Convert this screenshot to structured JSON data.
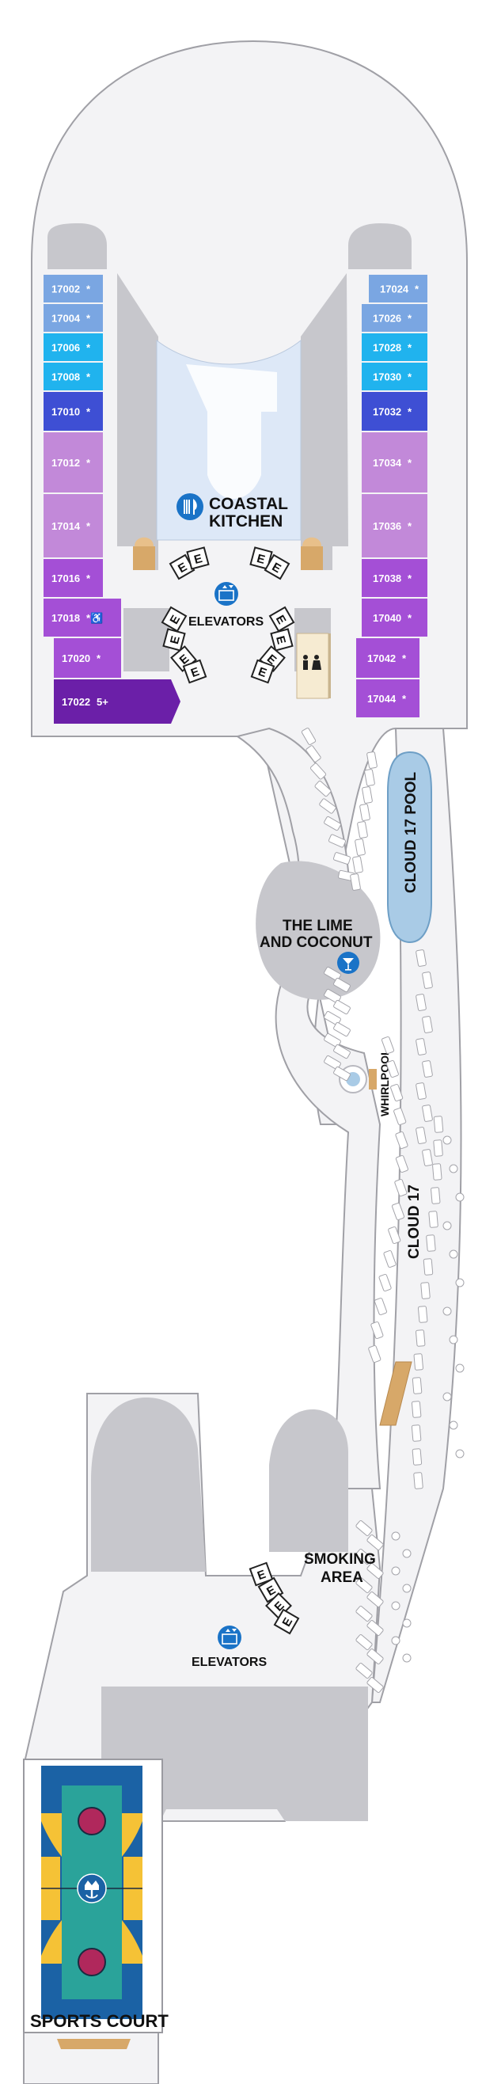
{
  "colors": {
    "deck_fill": "#f3f3f5",
    "deck_outline": "#a0a0a6",
    "gray_area": "#c7c7cc",
    "kitchen_fill": "#dde8f7",
    "pool_fill": "#a9cbe6",
    "pool_stroke": "#6e9fc6",
    "icon_blue": "#1a73c7",
    "court_blue": "#1b62a5",
    "court_yellow": "#f5c236",
    "court_teal": "#2aa39a",
    "court_circle": "#b0285c",
    "wood": "#d7a869",
    "cabin_light_blue": "#7aa6e2",
    "cabin_sky": "#20b3ee",
    "cabin_indigo": "#3e4fd4",
    "cabin_lilac": "#c289d9",
    "cabin_purple": "#a44fd6",
    "cabin_dark_purple": "#6b1fa8"
  },
  "cabins_left": [
    {
      "number": "17002",
      "mark": "*",
      "style": "light_blue"
    },
    {
      "number": "17004",
      "mark": "*",
      "style": "light_blue"
    },
    {
      "number": "17006",
      "mark": "*",
      "style": "sky"
    },
    {
      "number": "17008",
      "mark": "*",
      "style": "sky"
    },
    {
      "number": "17010",
      "mark": "*",
      "style": "indigo"
    },
    {
      "number": "17012",
      "mark": "*",
      "style": "lilac"
    },
    {
      "number": "17014",
      "mark": "*",
      "style": "lilac"
    },
    {
      "number": "17016",
      "mark": "*",
      "style": "purple"
    },
    {
      "number": "17018",
      "mark": "*♿",
      "style": "purple"
    },
    {
      "number": "17020",
      "mark": "*",
      "style": "purple"
    },
    {
      "number": "17022",
      "mark": "5+",
      "style": "dark_purple"
    }
  ],
  "cabins_right": [
    {
      "number": "17024",
      "mark": "*",
      "style": "light_blue"
    },
    {
      "number": "17026",
      "mark": "*",
      "style": "light_blue"
    },
    {
      "number": "17028",
      "mark": "*",
      "style": "sky"
    },
    {
      "number": "17030",
      "mark": "*",
      "style": "sky"
    },
    {
      "number": "17032",
      "mark": "*",
      "style": "indigo"
    },
    {
      "number": "17034",
      "mark": "*",
      "style": "lilac"
    },
    {
      "number": "17036",
      "mark": "*",
      "style": "lilac"
    },
    {
      "number": "17038",
      "mark": "*",
      "style": "purple"
    },
    {
      "number": "17040",
      "mark": "*",
      "style": "purple"
    },
    {
      "number": "17042",
      "mark": "*",
      "style": "purple"
    },
    {
      "number": "17044",
      "mark": "*",
      "style": "purple"
    }
  ],
  "venues": {
    "kitchen_line1": "COASTAL",
    "kitchen_line2": "KITCHEN",
    "bar_line1": "THE LIME",
    "bar_line2": "AND COCONUT",
    "pool": "CLOUD 17 POOL",
    "whirlpool": "WHIRLPOOL",
    "cloud17": "CLOUD 17",
    "smoking_line1": "SMOKING",
    "smoking_line2": "AREA",
    "sports_court": "SPORTS COURT"
  },
  "elevators": {
    "forward_label": "ELEVATORS",
    "aft_label": "ELEVATORS",
    "door_letter": "E"
  },
  "icons": {
    "kitchen": "fork-knife-icon",
    "elevator": "elevator-icon",
    "bar": "cocktail-glass-icon",
    "restroom": "restroom-icon",
    "accessible": "wheelchair-icon",
    "court_logo": "crown-anchor-logo"
  }
}
